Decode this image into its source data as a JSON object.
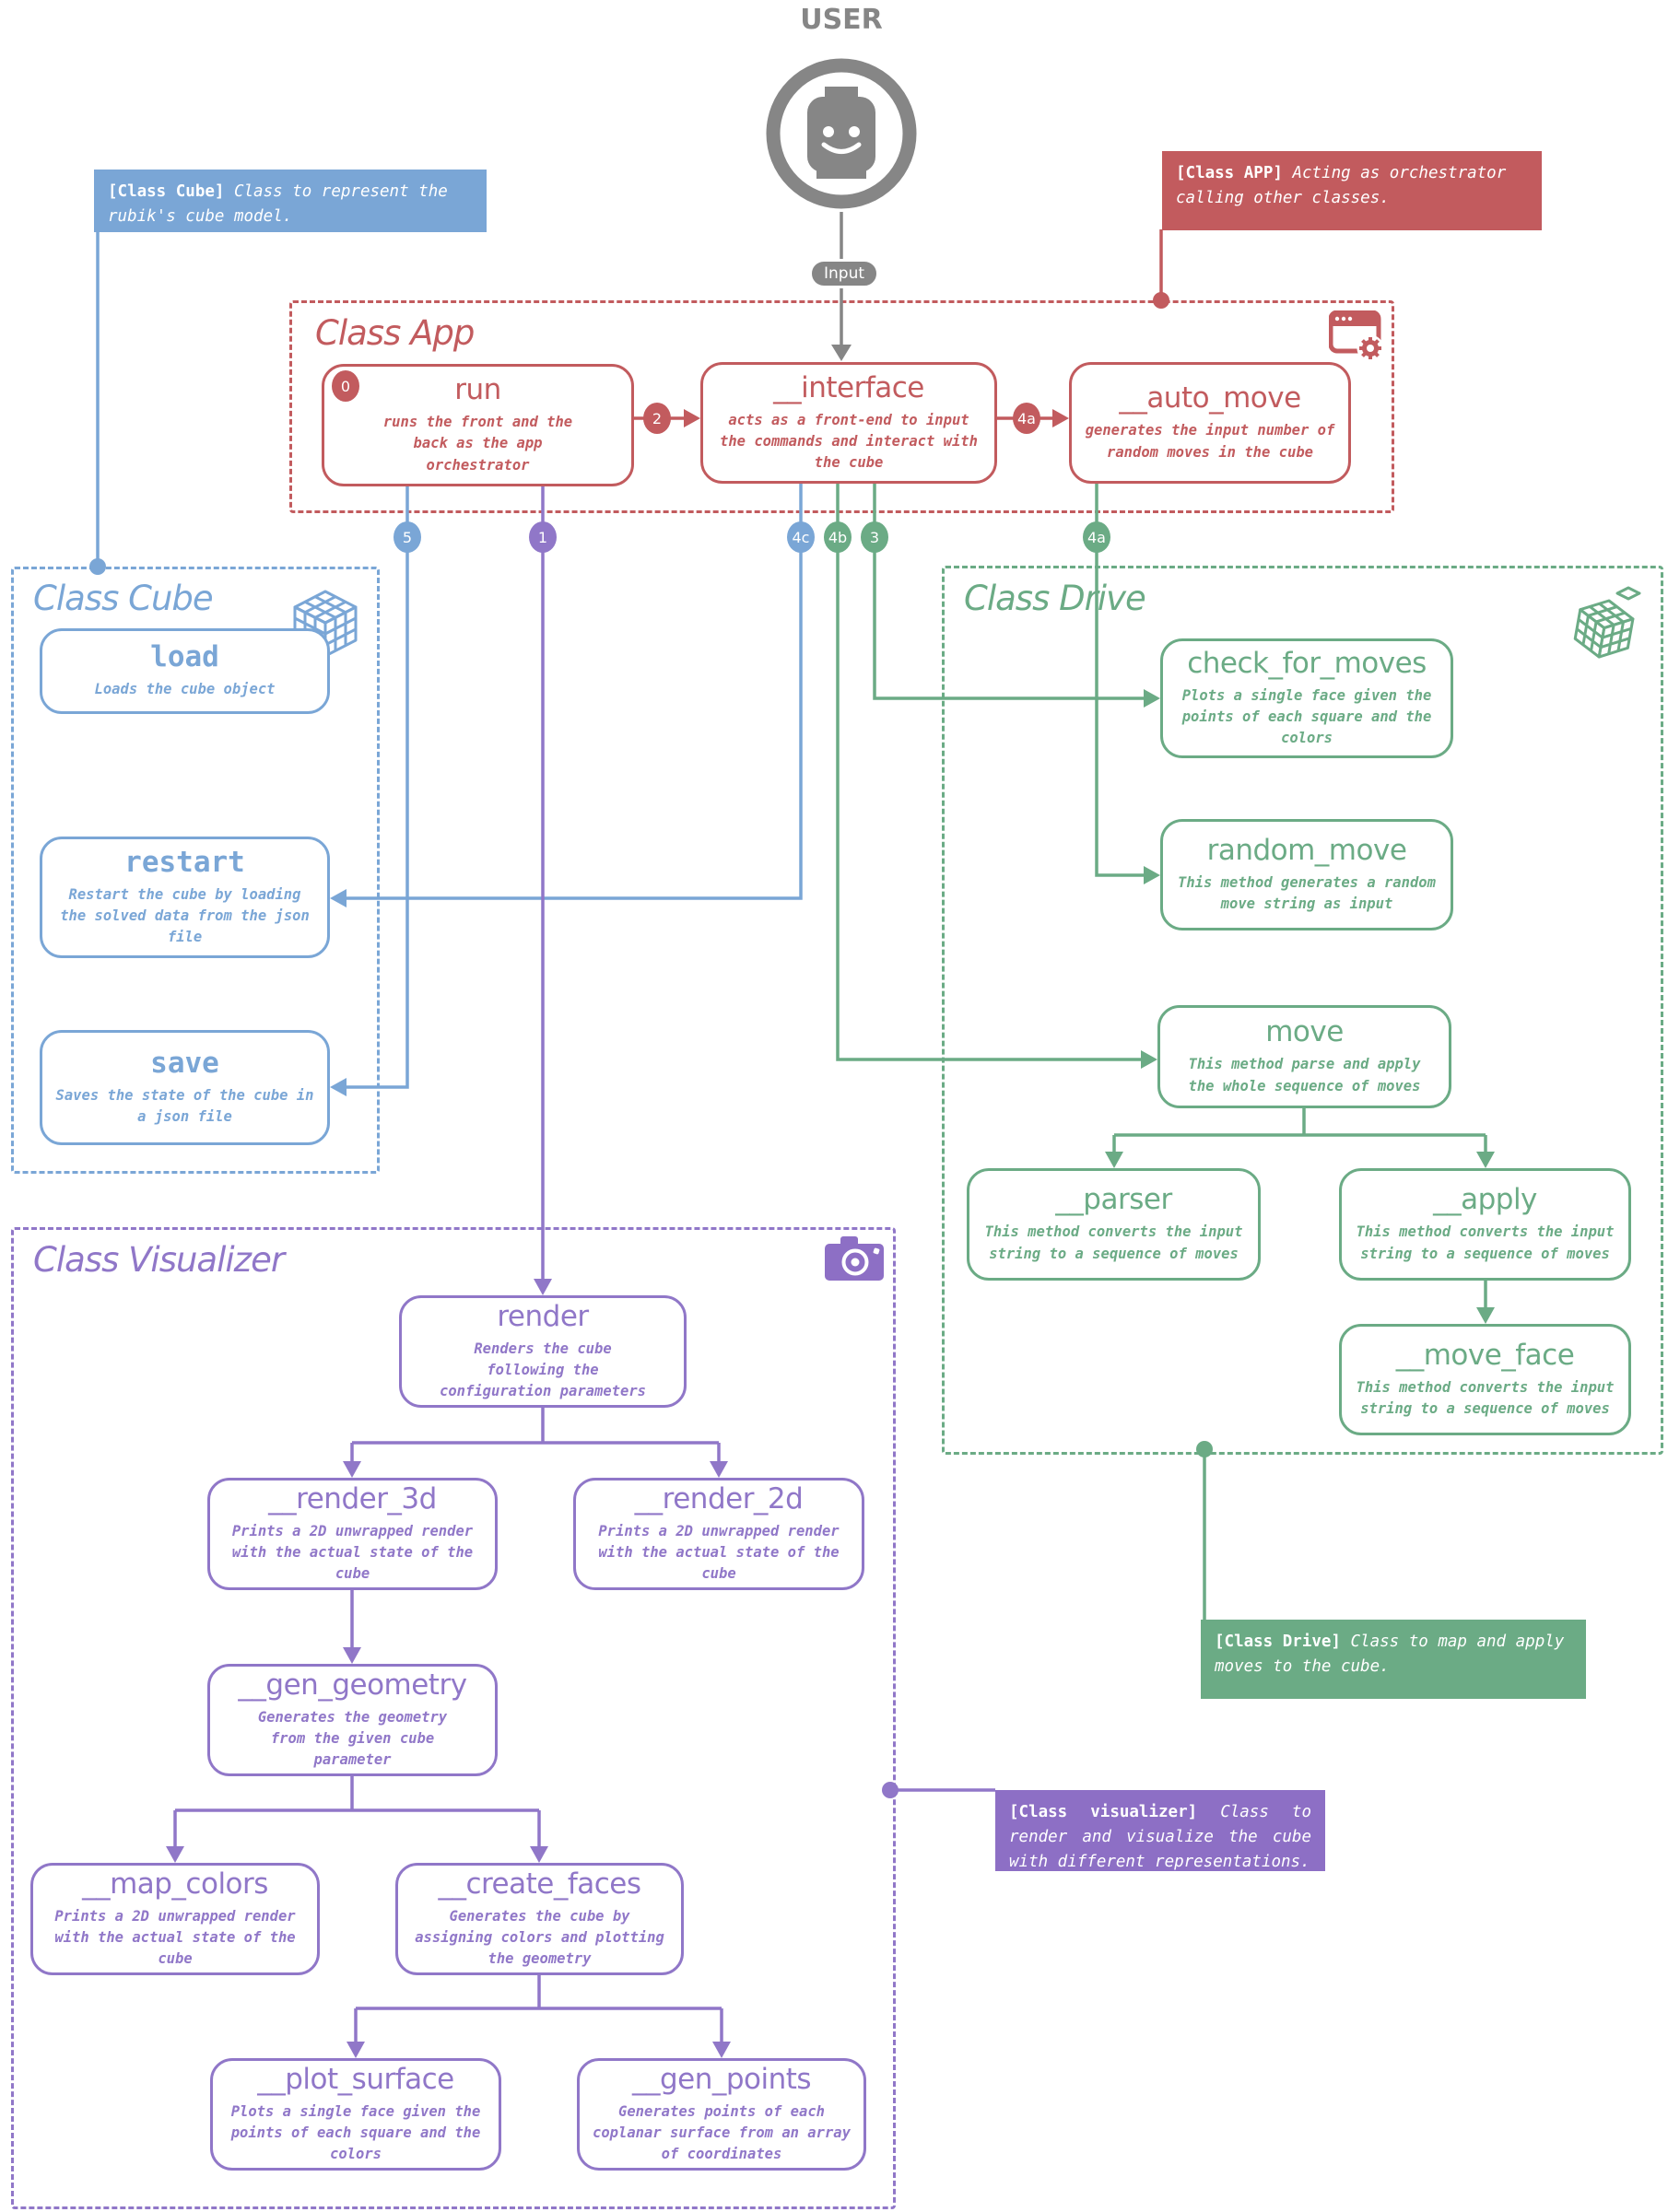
{
  "user": {
    "label": "USER",
    "input_label": "Input"
  },
  "colors": {
    "red": "#c25b5e",
    "blue": "#7aa6d6",
    "green": "#6bab85",
    "purple": "#9077c8",
    "annotation_purple": "#8d6fc5",
    "gray": "#868686"
  },
  "annotations": {
    "cube": {
      "tag": "[Class Cube]",
      "text": "Class to represent the rubik's cube model."
    },
    "app": {
      "tag": "[Class APP]",
      "text": "Acting as orchestrator calling other classes."
    },
    "drive": {
      "tag": "[Class Drive]",
      "text": "Class to map and apply moves to the cube."
    },
    "visualizer": {
      "tag": "[Class visualizer]",
      "text": "Class to render and visualize the cube with different representations."
    }
  },
  "classes": {
    "app": {
      "title": "Class App",
      "methods": {
        "run": {
          "name": "run",
          "desc": "runs the front and the back as the app orchestrator"
        },
        "interface": {
          "name": "__interface",
          "desc": "acts as a front-end to input the commands and interact with the cube"
        },
        "auto_move": {
          "name": "__auto_move",
          "desc": "generates the input number of random moves in the cube"
        }
      }
    },
    "cube": {
      "title": "Class Cube",
      "methods": {
        "load": {
          "name": "load",
          "desc": "Loads the cube object"
        },
        "restart": {
          "name": "restart",
          "desc": "Restart the cube by loading the solved data from the json file"
        },
        "save": {
          "name": "save",
          "desc": "Saves the state of the cube in a json file"
        }
      }
    },
    "drive": {
      "title": "Class Drive",
      "methods": {
        "check_for_moves": {
          "name": "check_for_moves",
          "desc": "Plots a single face given the points of each square and the colors"
        },
        "random_move": {
          "name": "random_move",
          "desc": "This method generates a random move string as input"
        },
        "move": {
          "name": "move",
          "desc": "This method parse and apply the whole sequence of moves"
        },
        "parser": {
          "name": "__parser",
          "desc": "This method converts the input string to a sequence of moves"
        },
        "apply": {
          "name": "__apply",
          "desc": "This method converts the input string to a sequence of moves"
        },
        "move_face": {
          "name": "__move_face",
          "desc": "This method converts the input string to a sequence of moves"
        }
      }
    },
    "visualizer": {
      "title": "Class Visualizer",
      "methods": {
        "render": {
          "name": "render",
          "desc": "Renders the cube following the configuration parameters"
        },
        "render_3d": {
          "name": "__render_3d",
          "desc": "Prints a 2D unwrapped render with the actual state of the cube"
        },
        "render_2d": {
          "name": "__render_2d",
          "desc": "Prints a 2D unwrapped render with the actual state of the cube"
        },
        "gen_geometry": {
          "name": "__gen_geometry",
          "desc": "Generates the geometry from the given cube parameter"
        },
        "map_colors": {
          "name": "__map_colors",
          "desc": "Prints a 2D unwrapped render with the actual state of the cube"
        },
        "create_faces": {
          "name": "__create_faces",
          "desc": "Generates the cube by assigning colors and plotting the geometry"
        },
        "plot_surface": {
          "name": "__plot_surface",
          "desc": "Plots a single face given the points of each square and the colors"
        },
        "gen_points": {
          "name": "__gen_points",
          "desc": "Generates points of each coplanar surface from an array of coordinates"
        }
      }
    }
  },
  "badges": {
    "run_order": "0",
    "run_to_interface": "2",
    "interface_to_auto_move": "4a",
    "run_to_save": "5",
    "run_to_render": "1",
    "interface_to_restart": "4c",
    "interface_to_move": "4b",
    "interface_to_check": "3",
    "auto_move_to_random": "4a"
  }
}
